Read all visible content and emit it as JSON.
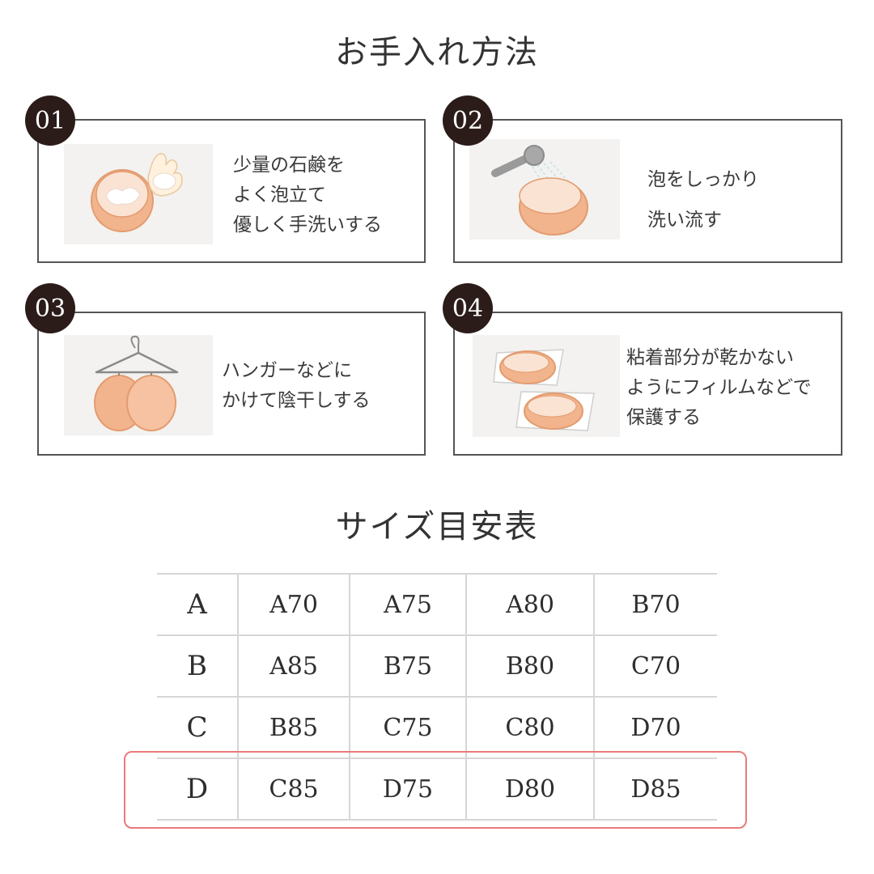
{
  "care": {
    "title": "お手入れ方法",
    "steps": [
      {
        "number": "01",
        "lines": [
          "少量の石鹸を",
          "よく泡立て",
          "優しく手洗いする"
        ],
        "illustration": "hand-washing-cup-icon"
      },
      {
        "number": "02",
        "lines": [
          "泡をしっかり",
          "洗い流す"
        ],
        "illustration": "faucet-rinse-icon"
      },
      {
        "number": "03",
        "lines": [
          "ハンガーなどに",
          "かけて陰干しする"
        ],
        "illustration": "hanger-dry-icon"
      },
      {
        "number": "04",
        "lines": [
          "粘着部分が乾かない",
          "ようにフィルムなどで",
          "保護する"
        ],
        "illustration": "film-protect-icon"
      }
    ]
  },
  "size": {
    "title": "サイズ目安表",
    "rows": [
      {
        "label": "A",
        "cells": [
          "A70",
          "A75",
          "A80",
          "B70"
        ]
      },
      {
        "label": "B",
        "cells": [
          "A85",
          "B75",
          "B80",
          "C70"
        ]
      },
      {
        "label": "C",
        "cells": [
          "B85",
          "C75",
          "C80",
          "D70"
        ]
      },
      {
        "label": "D",
        "cells": [
          "C85",
          "D75",
          "D80",
          "D85"
        ]
      }
    ],
    "highlighted_row": "D",
    "highlight_color": "#e97b7b"
  },
  "colors": {
    "badge": "#2b1c1a",
    "cup_fill": "#f2b48d",
    "cup_stroke": "#e39b6f"
  }
}
